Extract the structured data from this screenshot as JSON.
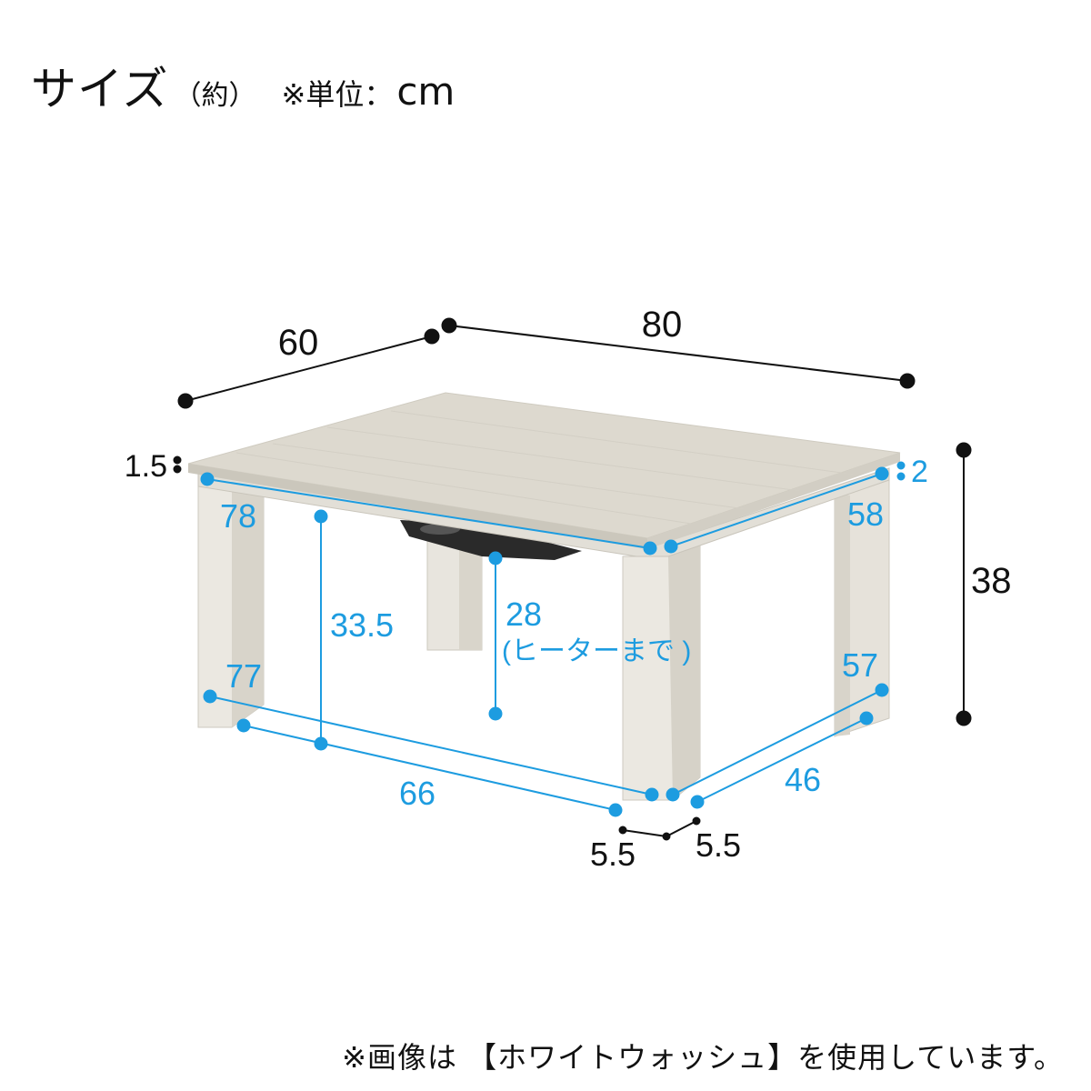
{
  "header": {
    "title": "サイズ",
    "approx": "（約）",
    "unit_label": "※単位：",
    "unit_value": "cm"
  },
  "dimensions": {
    "top_depth": "60",
    "top_width": "80",
    "top_thickness_left": "1.5",
    "top_thickness_right": "2",
    "frame_width_upper": "78",
    "frame_depth_upper": "58",
    "total_height": "38",
    "clearance_height": "33.5",
    "heater_clearance": "28",
    "heater_clearance_note": "(ヒーターまで )",
    "frame_width_lower": "77",
    "frame_depth_lower": "57",
    "leg_span_width": "66",
    "leg_span_depth": "46",
    "leg_width": "5.5",
    "leg_depth": "5.5"
  },
  "colors": {
    "tabletop": "#ddd9cf",
    "tabletop_edge": "#cfcbc0",
    "leg_light": "#ebe8e1",
    "leg_shade": "#d6d2c8",
    "accent_blue": "#1d9ce0",
    "black": "#111111"
  },
  "footer": {
    "note": "※画像は 【ホワイトウォッシュ】を使用しています。"
  }
}
